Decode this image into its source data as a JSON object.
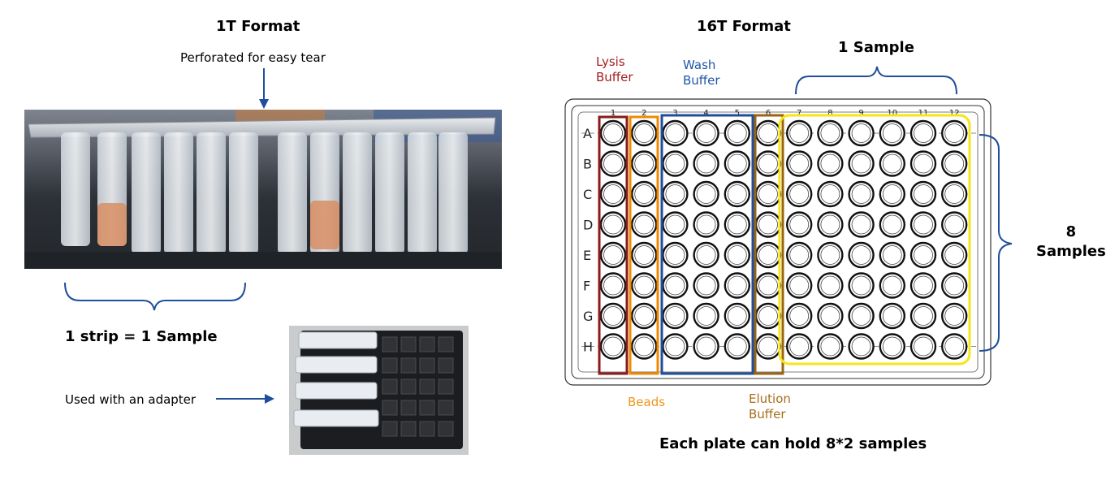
{
  "left_panel": {
    "title": "1T Format",
    "perforation_note": "Perforated for easy tear",
    "strip_note": "1 strip = 1 Sample",
    "adapter_note": "Used with an adapter"
  },
  "right_panel": {
    "title": "16T Format",
    "sample_note": "1 Sample",
    "samples_count": "8",
    "samples_word": "Samples",
    "footer": "Each plate can hold 8*2 samples",
    "labels": {
      "lysis_buffer": [
        "Lysis",
        "Buffer"
      ],
      "wash_buffer": [
        "Wash",
        "Buffer"
      ],
      "beads": "Beads",
      "elution_buffer": [
        "Elution",
        "Buffer"
      ]
    },
    "plate": {
      "rows": [
        "A",
        "B",
        "C",
        "D",
        "E",
        "F",
        "G",
        "H"
      ],
      "columns": [
        "1",
        "2",
        "3",
        "4",
        "5",
        "6",
        "7",
        "8",
        "9",
        "10",
        "11",
        "12"
      ]
    }
  },
  "colors": {
    "lysis": "#8b1a1a",
    "wash": "#1f4e9c",
    "beads": "#f08a00",
    "elution": "#9c6410",
    "sample_box": "#f5e61a",
    "bracket": "#1f4e9c",
    "lysis_text": "#a31f1f",
    "wash_text": "#1f56a6",
    "beads_text": "#f0961a",
    "elution_text": "#a86e1a"
  }
}
